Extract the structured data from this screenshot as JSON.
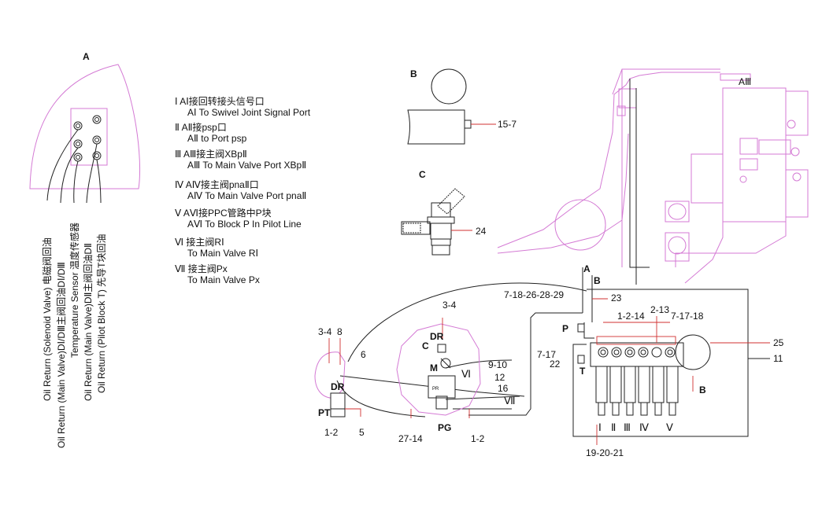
{
  "views": {
    "a": "A",
    "b": "B",
    "c": "C"
  },
  "vertical_labels": [
    "Oil Return (Solenoid Valve) 电磁阀回油",
    "Oil Return (Main Valve)DⅠ/DⅢ主阀回油DⅠ/DⅢ",
    "Temperature  Sensor 温度传感器",
    "Oil Return (Main Valve)DⅡ主阀回油DⅡ",
    "Oil Return (Pilot Block T) 先导T块回油"
  ],
  "legend": [
    {
      "cn": "Ⅰ  AⅠ接回转接头信号口",
      "en": "AⅠ To Swivel Joint Signal Port"
    },
    {
      "cn": "Ⅱ  AⅡ接psp口",
      "en": "AⅡ to Port psp"
    },
    {
      "cn": "Ⅲ  AⅢ接主阀XBpⅡ",
      "en": "AⅢ To Main Valve Port XBpⅡ"
    },
    {
      "cn": "Ⅳ  AⅣ接主阀pnaⅡ口",
      "en": "AⅣ To Main Valve Port pnaⅡ"
    },
    {
      "cn": "Ⅴ  AⅥ接PPC管路中P块",
      "en": "AⅥ To Block P In Pilot Line"
    },
    {
      "cn": "Ⅵ  接主阀RⅠ",
      "en": "To Main Valve RⅠ"
    },
    {
      "cn": "Ⅶ  接主阀Px",
      "en": "To Main Valve Px"
    }
  ],
  "callouts": {
    "c15_7": "15-7",
    "c24": "24",
    "aiii": "AⅢ",
    "a_arrow": "A",
    "b_arrow": "B",
    "b_arrow2": "B",
    "c7_18": "7-18-26-28-29",
    "c23": "23",
    "c2_13": "2-13",
    "c1_2_14": "1-2-14",
    "c7_17_18": "7-17-18",
    "p_port": "P",
    "c25": "25",
    "c7_17": "7-17",
    "c22": "22",
    "t_port": "T",
    "c11": "11",
    "c19": "19-20-21",
    "c3_4": "3-4",
    "dr_top": "DR",
    "c_mark": "C",
    "m_mark": "M",
    "vi_mark": "Ⅵ",
    "c9_10": "9-10",
    "c12": "12",
    "c16": "16",
    "vii_mark": "Ⅶ",
    "pg": "PG",
    "c27_14": "27-14",
    "c1_2b": "1-2",
    "c3_4_8": "3-4",
    "c8": "8",
    "c6": "6",
    "dr_left": "DR",
    "pt": "PT",
    "c5": "5",
    "c1_2a": "1-2"
  },
  "block_roman": [
    "Ⅰ",
    "Ⅱ",
    "Ⅲ",
    "Ⅳ",
    "Ⅴ"
  ]
}
